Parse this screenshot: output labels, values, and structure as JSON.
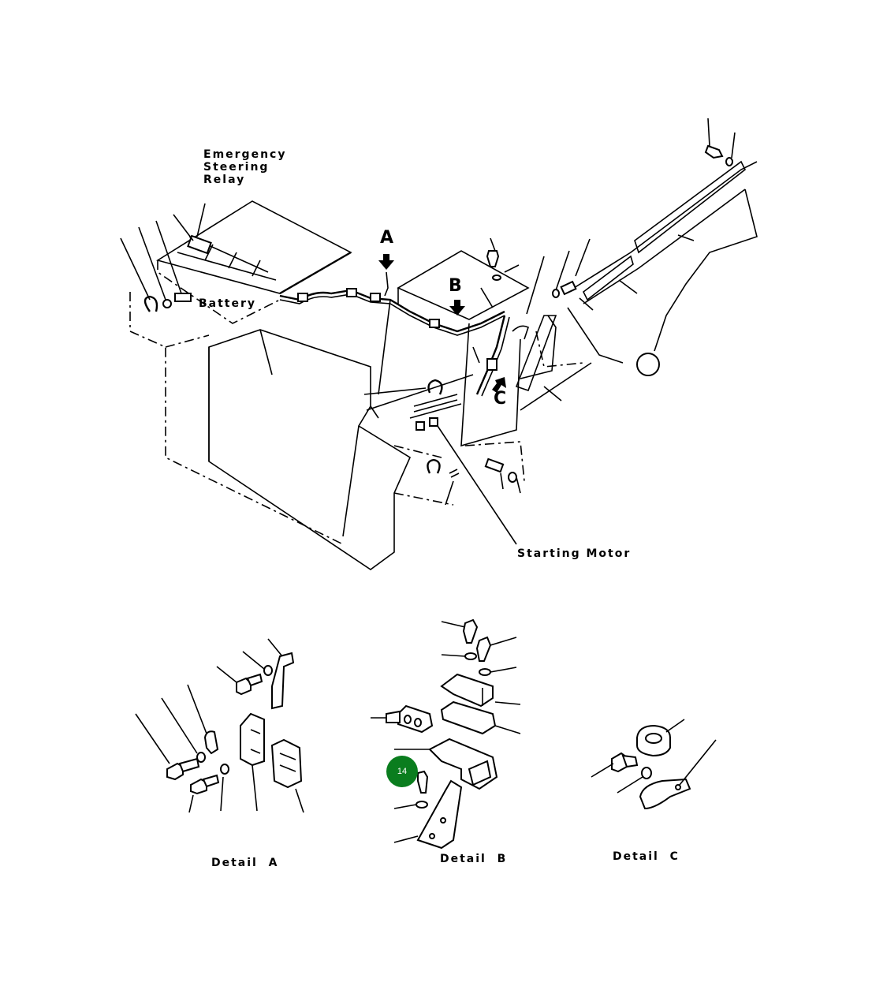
{
  "labels": {
    "relay_line1": "Emergency",
    "relay_line2": "Steering",
    "relay_line3": "Relay",
    "battery": "Battery",
    "arrow_a": "A",
    "arrow_b": "B",
    "arrow_c": "C",
    "starting_motor": "Starting Motor",
    "detail_a": "Detail  A",
    "detail_b": "Detail  B",
    "detail_c": "Detail  C"
  },
  "callout": {
    "number": "14",
    "color": "#0a7d1e"
  }
}
